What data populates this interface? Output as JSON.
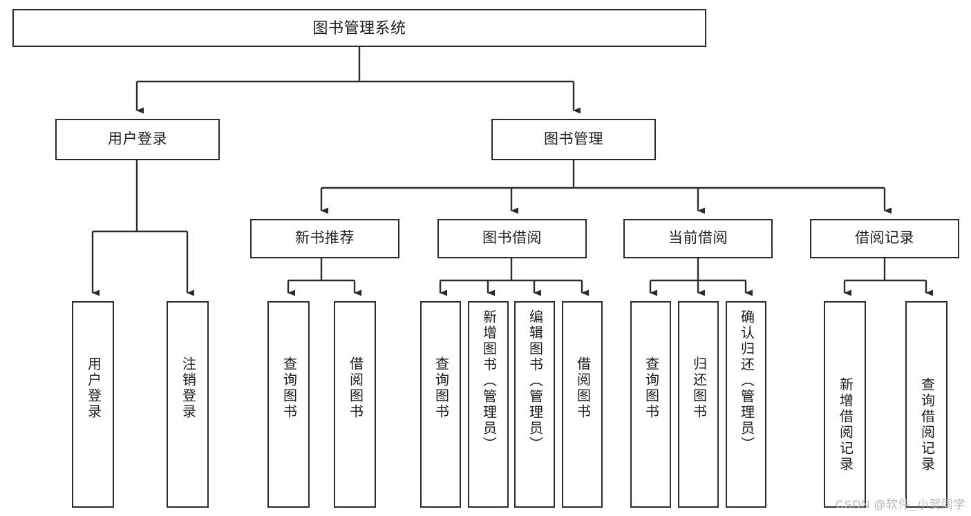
{
  "diagram": {
    "kind": "functional-hierarchy-tree",
    "title": "图书管理系统",
    "watermark": "CSDN @软件_小贺同学",
    "colors": {
      "stroke": "#2b2b2b",
      "fill": "#ffffff",
      "text": "#1d1d1d",
      "watermark": "#b9b9b9",
      "background": "#ffffff"
    },
    "levels": {
      "root": {
        "id": "root",
        "label": "图书管理系统"
      },
      "level2": [
        {
          "id": "user-login",
          "label": "用户登录"
        },
        {
          "id": "book-management",
          "label": "图书管理"
        }
      ],
      "level3": [
        {
          "id": "new-book-recommend",
          "label": "新书推荐",
          "parent": "book-management"
        },
        {
          "id": "book-borrow",
          "label": "图书借阅",
          "parent": "book-management"
        },
        {
          "id": "current-borrow",
          "label": "当前借阅",
          "parent": "book-management"
        },
        {
          "id": "borrow-record",
          "label": "借阅记录",
          "parent": "book-management"
        }
      ],
      "leaves": [
        {
          "id": "leaf-user-login",
          "label": "用户登录",
          "parent": "user-login"
        },
        {
          "id": "leaf-logout-login",
          "label": "注销登录",
          "parent": "user-login"
        },
        {
          "id": "leaf-query-book-1",
          "label": "查询图书",
          "parent": "new-book-recommend"
        },
        {
          "id": "leaf-borrow-book-1",
          "label": "借阅图书",
          "parent": "new-book-recommend"
        },
        {
          "id": "leaf-query-book-2",
          "label": "查询图书",
          "parent": "book-borrow"
        },
        {
          "id": "leaf-add-book",
          "label": "新增图书（管理员）",
          "parent": "book-borrow"
        },
        {
          "id": "leaf-edit-book",
          "label": "编辑图书（管理员）",
          "parent": "book-borrow"
        },
        {
          "id": "leaf-borrow-book-2",
          "label": "借阅图书",
          "parent": "book-borrow"
        },
        {
          "id": "leaf-query-book-3",
          "label": "查询图书",
          "parent": "current-borrow"
        },
        {
          "id": "leaf-return-book",
          "label": "归还图书",
          "parent": "current-borrow"
        },
        {
          "id": "leaf-confirm-return",
          "label": "确认归还（管理员）",
          "parent": "current-borrow"
        },
        {
          "id": "leaf-add-record",
          "label": "新增借阅记录",
          "parent": "borrow-record"
        },
        {
          "id": "leaf-query-record",
          "label": "查询借阅记录",
          "parent": "borrow-record"
        }
      ]
    }
  }
}
